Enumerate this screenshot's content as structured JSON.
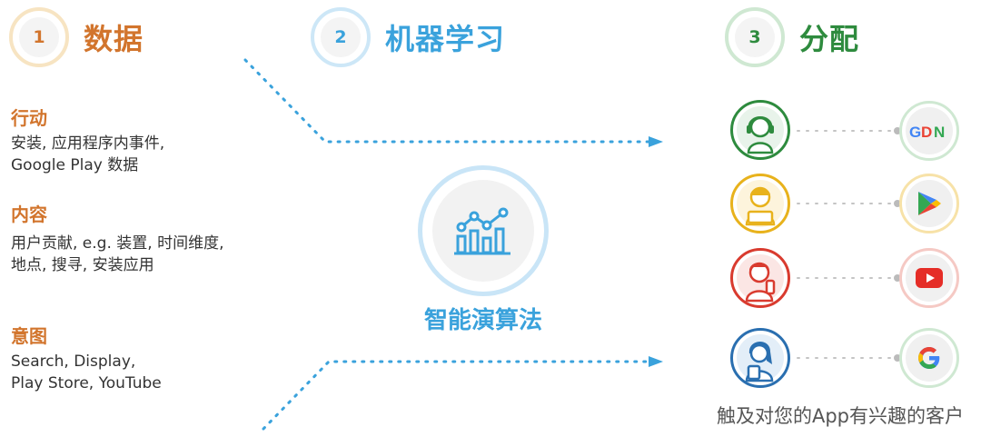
{
  "steps": [
    {
      "number": "1",
      "title": "数据",
      "color": "#d2752d",
      "ring": "#f7e4c2"
    },
    {
      "number": "2",
      "title": "机器学习",
      "color": "#3aa2dc",
      "ring": "#cde7f7"
    },
    {
      "number": "3",
      "title": "分配",
      "color": "#2e8b3e",
      "ring": "#cfe8d2"
    }
  ],
  "data_sections": [
    {
      "title": "行动",
      "lines": [
        "安装, 应用程序内事件,",
        "Google Play 数据"
      ]
    },
    {
      "title": "内容",
      "lines": [
        "用户贡献, e.g. 装置, 时间维度,",
        "地点, 搜寻, 安装应用"
      ]
    },
    {
      "title": "意图",
      "lines": [
        "Search, Display,",
        "Play Store, YouTube"
      ]
    }
  ],
  "algorithm": {
    "label": "智能演算法",
    "icon": "analytics-chart-icon"
  },
  "audiences": [
    {
      "avatar_icon": "person-headset-icon",
      "ring_color": "#2e8b3e",
      "platform_icon": "gdn-logo-icon",
      "platform_ring": "#cfe8d2",
      "logo_text": "GDN"
    },
    {
      "avatar_icon": "person-laptop-icon",
      "ring_color": "#e8b21c",
      "platform_icon": "google-play-icon",
      "platform_ring": "#f7e2a8",
      "logo_text": ""
    },
    {
      "avatar_icon": "person-phone-icon",
      "ring_color": "#d93b2f",
      "platform_icon": "youtube-icon",
      "platform_ring": "#f5c9c4",
      "logo_text": ""
    },
    {
      "avatar_icon": "person-tablet-icon",
      "ring_color": "#2a6fb0",
      "platform_icon": "google-g-icon",
      "platform_ring": "#cfe8d2",
      "logo_text": ""
    }
  ],
  "caption": "触及对您的App有兴趣的客户"
}
